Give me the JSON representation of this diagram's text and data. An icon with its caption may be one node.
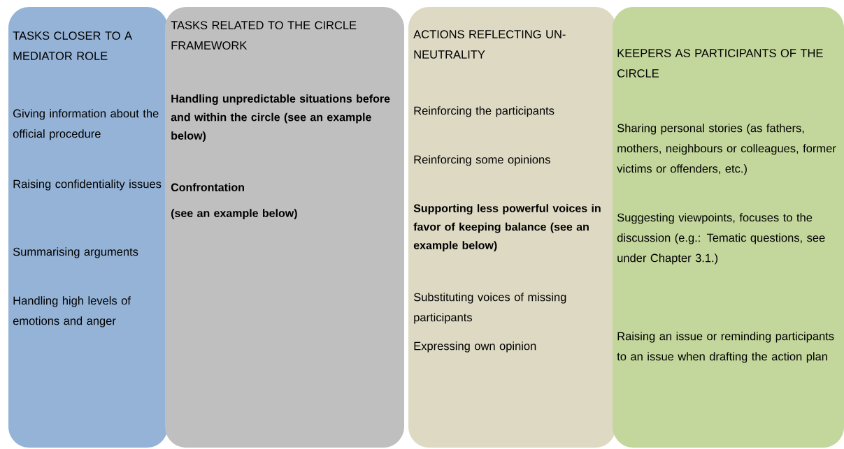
{
  "diagram": {
    "nodes": [
      {
        "text": [
          "TASKS CLOSER TO A MEDIATOR ROLE",
          "Giving information about the official procedure",
          "Raising confidentiality issues",
          "Summarising arguments",
          "Handling high levels of emotions and anger"
        ]
      },
      {
        "text": [
          "TASKS RELATED TO THE CIRCLE FRAMEWORK",
          "Handling unpredictable situations before and within the circle (see an example below)",
          "Confrontation",
          "(see an example below)"
        ]
      },
      {
        "text": [
          "ACTIONS REFLECTING UN-NEUTRALITY",
          "Reinforcing the participants",
          "Reinforcing some opinions",
          "Supporting less powerful voices in favor of keeping balance (see an example below)",
          "Substituting voices of missing participants",
          "Expressing own opinion"
        ]
      },
      {
        "text": [
          "KEEPERS AS PARTICIPANTS OF THE CIRCLE",
          "Sharing personal stories (as fathers, mothers, neighbours or colleagues, former victims or offenders, etc.)",
          "Suggesting viewpoints, focuses to the discussion (e.g.: Tematic questions, see under Chapter 3.1.)",
          "Raising an issue or reminding participants to an issue when drafting the action plan"
        ]
      }
    ]
  }
}
